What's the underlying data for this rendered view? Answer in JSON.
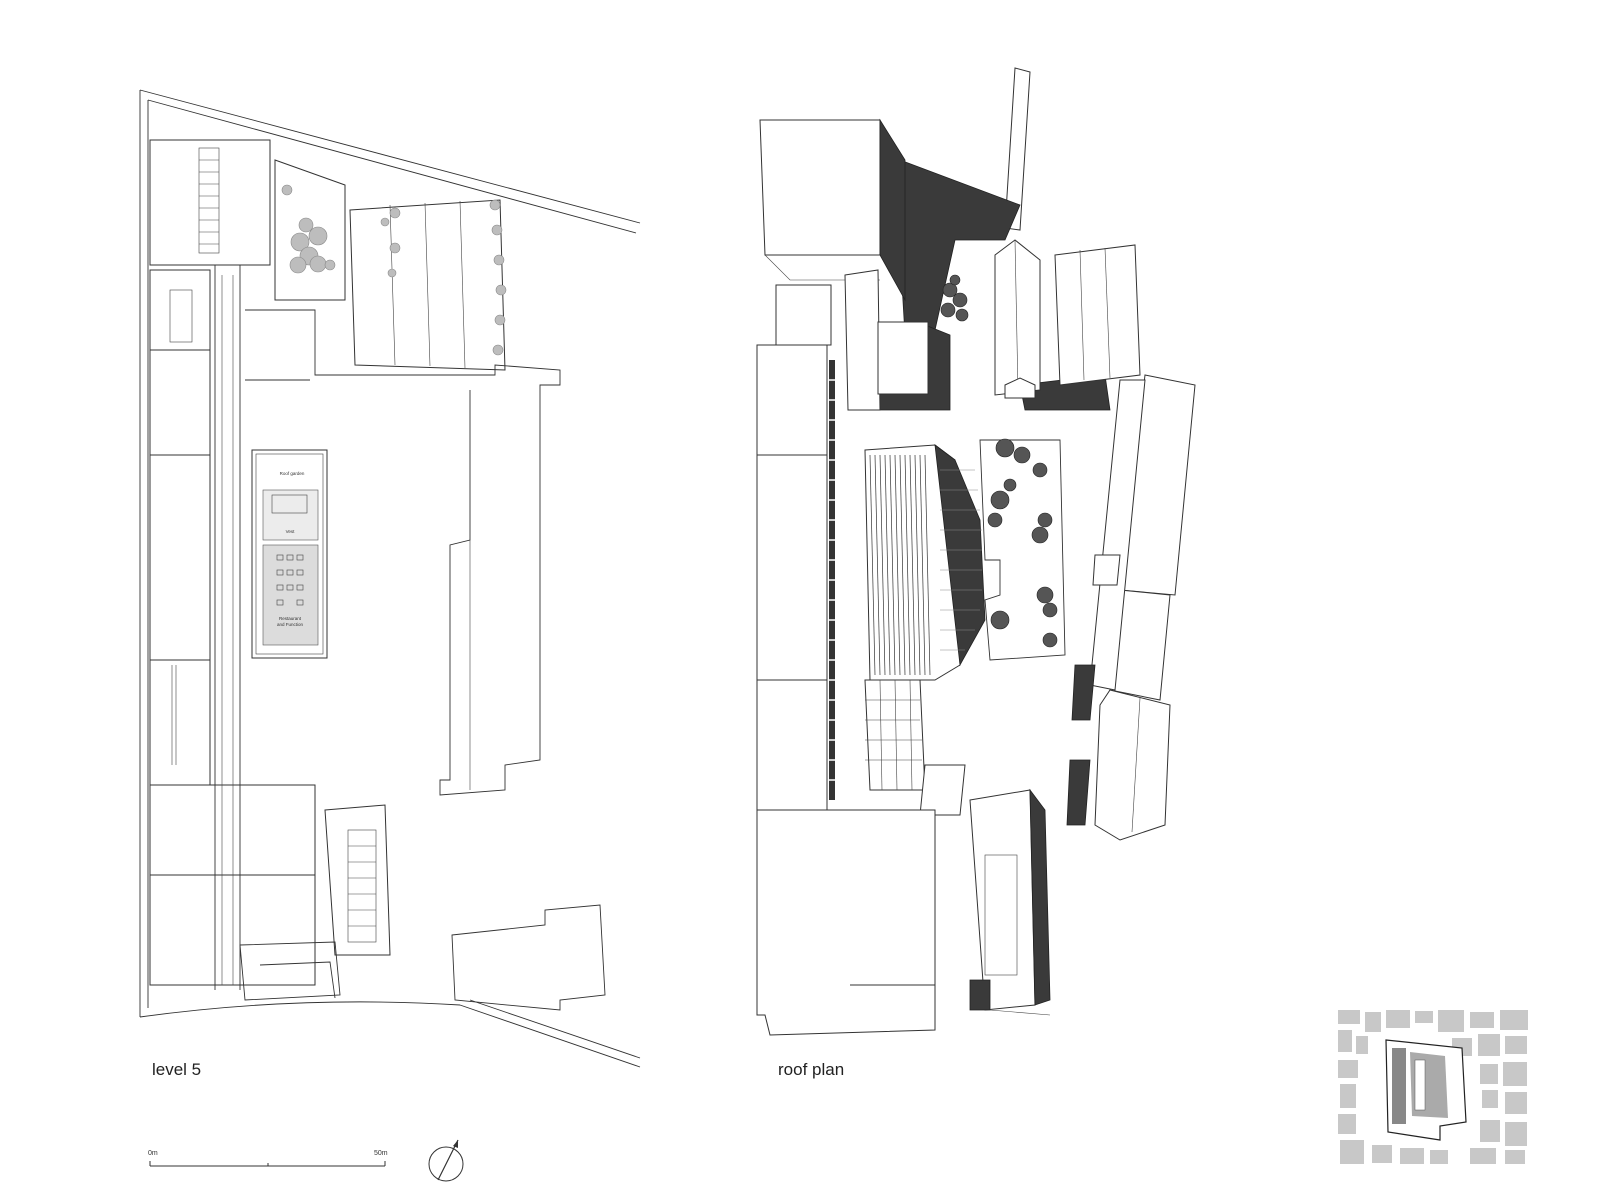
{
  "plans": {
    "left_label": "level 5",
    "right_label": "roof plan"
  },
  "rooms": {
    "gallery": "Vest",
    "restaurant_line1": "Restaurant",
    "restaurant_line2": "and Function",
    "upper": "Roof garden"
  },
  "scale_bar": {
    "start_label": "0m",
    "end_label": "50m"
  },
  "icons": {
    "north_arrow": "north-arrow-icon",
    "location_map": "location-key-map"
  },
  "colors": {
    "line": "#333333",
    "dark_roof": "#3a3a3a",
    "tree_light": "#bdbdbd",
    "map_blocks": "#c8c8c8"
  }
}
